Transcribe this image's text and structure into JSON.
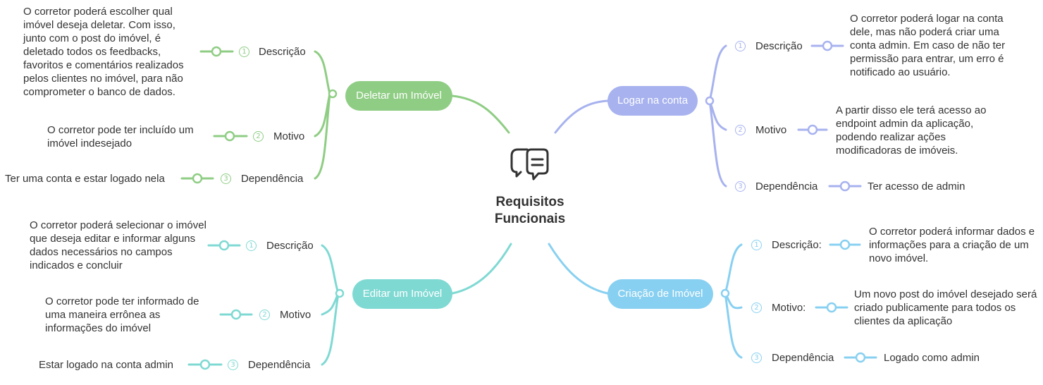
{
  "root": {
    "title_line1": "Requisitos",
    "title_line2": "Funcionais",
    "icon": "chat-bubbles-icon"
  },
  "colors": {
    "green": "#8fcd84",
    "lavender": "#a7b2ef",
    "teal": "#7fd9d3",
    "sky": "#88d0f1"
  },
  "branches": {
    "deletar": {
      "label": "Deletar um Imóvel",
      "items": [
        {
          "num": "1",
          "label": "Descrição",
          "text": "O corretor poderá escolher qual imóvel deseja deletar. Com isso, junto com o post do imóvel, é deletado todos os feedbacks, favoritos e comentários realizados pelos clientes no imóvel, para não comprometer o banco de dados."
        },
        {
          "num": "2",
          "label": "Motivo",
          "text": "O corretor pode ter incluído um imóvel indesejado"
        },
        {
          "num": "3",
          "label": "Dependência",
          "text": "Ter uma conta e estar logado nela"
        }
      ]
    },
    "logar": {
      "label": "Logar na conta",
      "items": [
        {
          "num": "1",
          "label": "Descrição",
          "text": "O corretor poderá logar na conta dele, mas não poderá criar uma conta admin. Em caso de não ter permissão para entrar, um erro é notificado ao usuário."
        },
        {
          "num": "2",
          "label": "Motivo",
          "text": "A partir disso ele terá acesso ao endpoint admin da aplicação, podendo realizar ações modificadoras de imóveis."
        },
        {
          "num": "3",
          "label": "Dependência",
          "text": "Ter acesso de admin"
        }
      ]
    },
    "editar": {
      "label": "Editar um Imóvel",
      "items": [
        {
          "num": "1",
          "label": "Descrição",
          "text": "O corretor poderá selecionar o imóvel que deseja editar e informar alguns dados necessários no campos indicados e concluir"
        },
        {
          "num": "2",
          "label": "Motivo",
          "text": "O corretor pode ter informado de uma maneira errônea as informações do imóvel"
        },
        {
          "num": "3",
          "label": "Dependência",
          "text": "Estar logado na conta admin"
        }
      ]
    },
    "criacao": {
      "label": "Criação de Imóvel",
      "items": [
        {
          "num": "1",
          "label": "Descrição:",
          "text": "O corretor poderá informar dados e informações para a criação de um novo imóvel."
        },
        {
          "num": "2",
          "label": "Motivo:",
          "text": "Um novo post do imóvel desejado será criado publicamente para todos os clientes da aplicação"
        },
        {
          "num": "3",
          "label": "Dependência",
          "text": "Logado como admin"
        }
      ]
    }
  }
}
